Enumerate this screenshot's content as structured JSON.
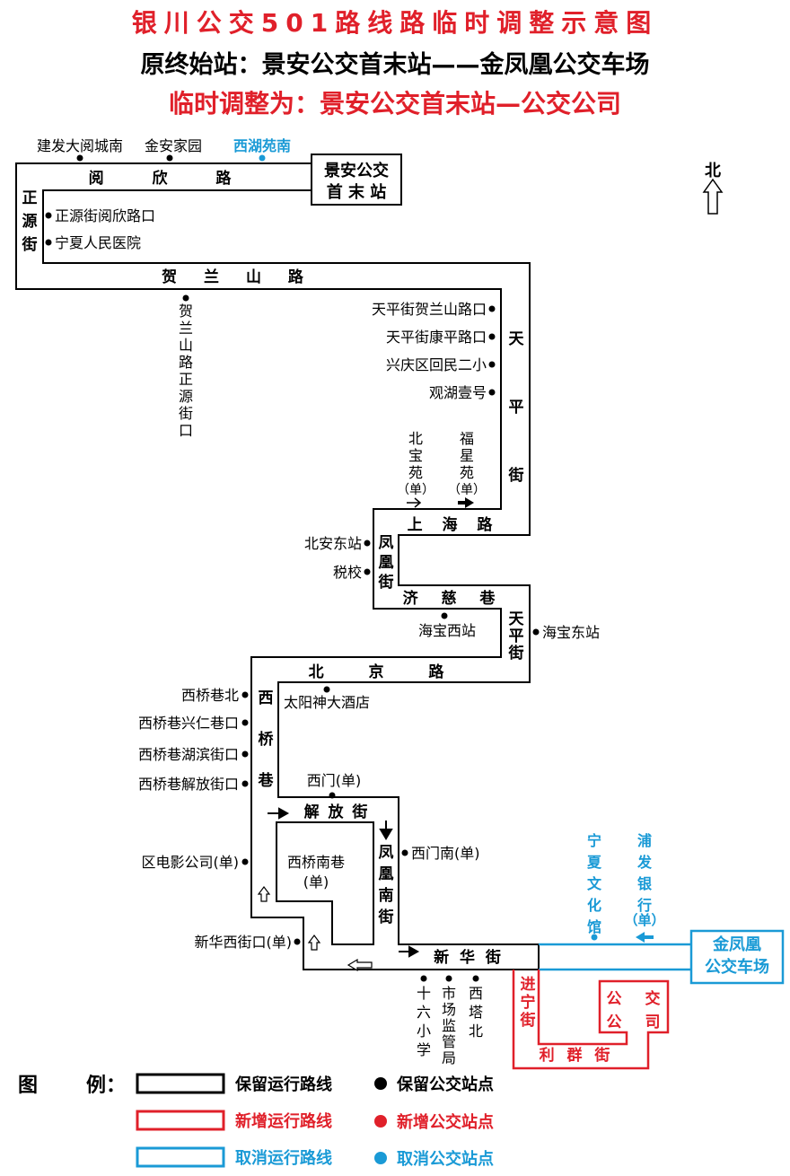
{
  "titles": {
    "main": "银川公交501路线路临时调整示意图",
    "original": "原终始站：景安公交首末站——金凤凰公交车场",
    "adjusted": "临时调整为：景安公交首末站—公交公司"
  },
  "colors": {
    "kept": "#000000",
    "added": "#e0202a",
    "cancelled": "#1a9ad6"
  },
  "compass": "北",
  "terminals": {
    "jingan_line1": "景安公交",
    "jingan_line2": "首 末 站",
    "jinfenghuang_line1": "金凤凰",
    "jinfenghuang_line2": "公交车场",
    "gongjiao_a": "公",
    "gongjiao_b": "交",
    "gongjiao_c": "公",
    "gongjiao_d": "司"
  },
  "roads": {
    "yuexin": "阅 欣 路",
    "zhengyuan": "正源街",
    "helanshan": "贺 兰 山 路",
    "tianping1": "天平街",
    "shanghai": "上 海 路",
    "fenghuang": "凤凰街",
    "jici": "济 慈 巷",
    "tianping2": "天平街",
    "beijing": "北 京 路",
    "xiqiao": "西桥巷",
    "jiefang": "解 放 街",
    "fenghuangnan": "凤凰南街",
    "xinhua": "新 华 街",
    "jinning": "进宁街",
    "liqun": "利 群 街"
  },
  "stops": {
    "jianfa": "建发大阅城南",
    "jinan": "金安家园",
    "xihuyuan": "西湖苑南",
    "zy_yuexin": "正源街阅欣路口",
    "renmin": "宁夏人民医院",
    "helan_zy": "贺兰山路正源街口",
    "tp_helan": "天平街贺兰山路口",
    "tp_kangping": "天平街康平路口",
    "xingqing": "兴庆区回民二小",
    "guanhu": "观湖壹号",
    "beibao": "北宝苑",
    "fuxing": "福星苑",
    "single": "（单）",
    "beian": "北安东站",
    "shuixiao": "税校",
    "haibao_w": "海宝西站",
    "haibao_e": "海宝东站",
    "taiyang": "太阳神大酒店",
    "xq_north": "西桥巷北",
    "xq_xingren": "西桥巷兴仁巷口",
    "xq_hubin": "西桥巷湖滨街口",
    "xq_jiefang": "西桥巷解放街口",
    "ximen": "西门(单)",
    "dianying": "区电影公司(单)",
    "ximennan": "西门南(单)",
    "xqnan": "西桥南巷",
    "xqnan_single": "(单)",
    "xinhua_west": "新华西街口(单)",
    "shiliu": "十六小学",
    "shichang": "市场监管局",
    "xita": "西塔北",
    "wenhua": "宁夏文化馆",
    "pufa": "浦发银行",
    "pufa_single": "（单）"
  },
  "legend": {
    "title": "图",
    "title2": "例：",
    "kept_line": "保留运行路线",
    "kept_stop": "保留公交站点",
    "added_line": "新增运行路线",
    "added_stop": "新增公交站点",
    "cancel_line": "取消运行路线",
    "cancel_stop": "取消公交站点"
  }
}
